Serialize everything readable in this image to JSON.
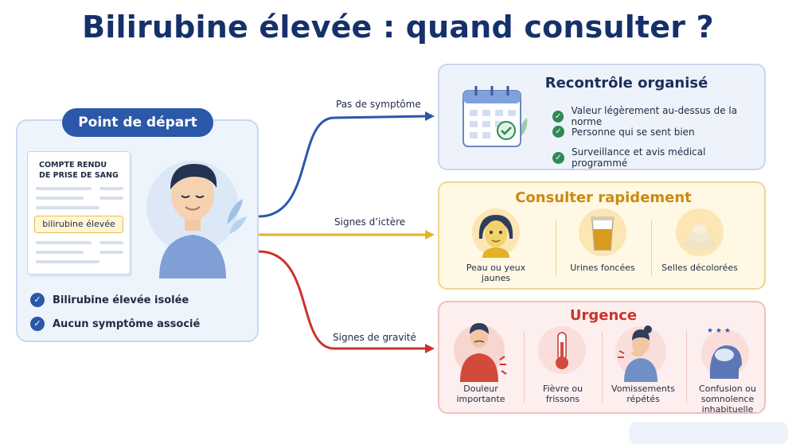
{
  "title": "Bilirubine élevée : quand consulter ?",
  "start": {
    "label": "Point de départ",
    "doc_title": "COMPTE RENDU DE PRISE DE SANG",
    "doc_highlight": "bilirubine élevée",
    "checks": [
      "Bilirubine élevée isolée",
      "Aucun symptôme associé"
    ]
  },
  "branches": [
    {
      "label": "Pas de symptôme",
      "color": "#2b58a8"
    },
    {
      "label": "Signes d’ictère",
      "color": "#e2b324"
    },
    {
      "label": "Signes de gravité",
      "color": "#c8342c"
    }
  ],
  "recontrole": {
    "title": "Recontrôle organisé",
    "items": [
      "Valeur légèrement au-dessus de la norme",
      "Personne qui se sent bien",
      "Surveillance et avis médical programmé"
    ]
  },
  "rapide": {
    "title": "Consulter rapidement",
    "items": [
      {
        "label": "Peau ou yeux jaunes",
        "icon": "yellow-face-icon"
      },
      {
        "label": "Urines foncées",
        "icon": "urine-glass-icon"
      },
      {
        "label": "Selles décolorées",
        "icon": "pale-stool-icon"
      }
    ]
  },
  "urgence": {
    "title": "Urgence",
    "items": [
      {
        "label": "Douleur importante",
        "icon": "abdominal-pain-icon"
      },
      {
        "label": "Fièvre ou frissons",
        "icon": "thermometer-icon"
      },
      {
        "label": "Vomissements répétés",
        "icon": "vomiting-icon"
      },
      {
        "label": "Confusion ou somnolence inhabituelle",
        "icon": "confusion-head-icon"
      }
    ]
  },
  "colors": {
    "navy": "#16306b",
    "blue": "#2b58a8",
    "yellow": "#e2b324",
    "red": "#c8342c",
    "green": "#2f8a57"
  }
}
